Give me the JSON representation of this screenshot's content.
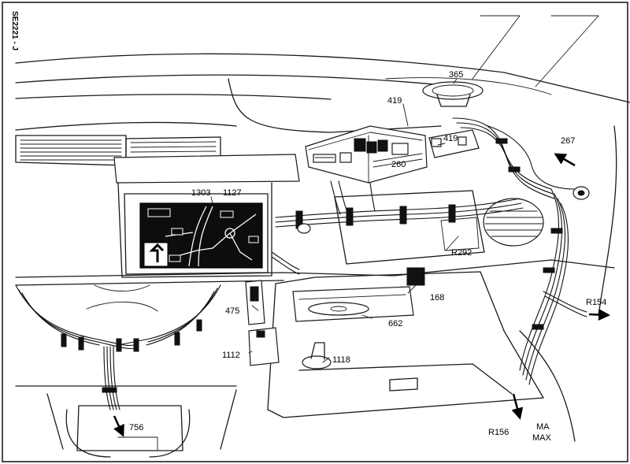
{
  "reference": "SE2221 - J",
  "labels": {
    "l365": "365",
    "l419a": "419",
    "l419b": "419",
    "l267": "267",
    "l260": "260",
    "l1303": "1303",
    "l1127": "1127",
    "lR292": "R292",
    "l168": "168",
    "l475": "475",
    "l662": "662",
    "lR154": "R154",
    "l1112": "1112",
    "l1118": "1118",
    "l756": "756",
    "lR156": "R156",
    "lMA": "MA",
    "lMAX": "MAX"
  }
}
